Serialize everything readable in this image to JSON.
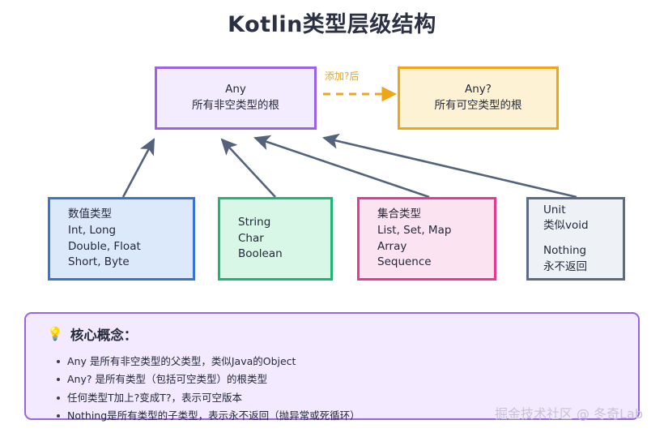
{
  "title": "Kotlin类型层级结构",
  "nodes": {
    "any": {
      "name": "Any",
      "desc": "所有非空类型的根"
    },
    "any_nullable": {
      "name": "Any?",
      "desc": "所有可空类型的根"
    },
    "numeric": {
      "header": "数值类型",
      "l1": "Int, Long",
      "l2": "Double, Float",
      "l3": "Short, Byte"
    },
    "string": {
      "l1": "String",
      "l2": "Char",
      "l3": "Boolean"
    },
    "collection": {
      "header": "集合类型",
      "l1": "List, Set, Map",
      "l2": "Array",
      "l3": "Sequence"
    },
    "unit": {
      "l1": "Unit",
      "l2": "类似void",
      "l3": "Nothing",
      "l4": "永不返回"
    }
  },
  "dashed_arrow": {
    "label": "添加?后"
  },
  "note": {
    "icon": "bulb-icon",
    "heading": "核心概念：",
    "bullets": [
      "Any 是所有非空类型的父类型，类似Java的Object",
      "Any? 是所有类型（包括可空类型）的根类型",
      "任何类型T加上?变成T?，表示可空版本",
      "Nothing是所有类型的子类型，表示永不返回（抛异常或死循环）"
    ]
  },
  "watermark": "掘金技术社区 @ 冬奇Lab",
  "colors": {
    "title": "#2b3142",
    "any_border": "#9a62e8",
    "any_fill": "#f3ecff",
    "anyq_border": "#f0a517",
    "anyq_fill": "#fdf3d4",
    "numeric_border": "#3a72d8",
    "numeric_fill": "#dce9fb",
    "string_border": "#1fb673",
    "string_fill": "#d8f7e6",
    "collection_border": "#e8388f",
    "collection_fill": "#fce3f1",
    "unit_border": "#5c6b84",
    "unit_fill": "#eef2f7",
    "arrow": "#55627c",
    "dashed_arrow": "#f0a517",
    "note_border": "#9a62e8",
    "note_fill": "#f4eaff",
    "watermark": "#c9c2d6"
  }
}
